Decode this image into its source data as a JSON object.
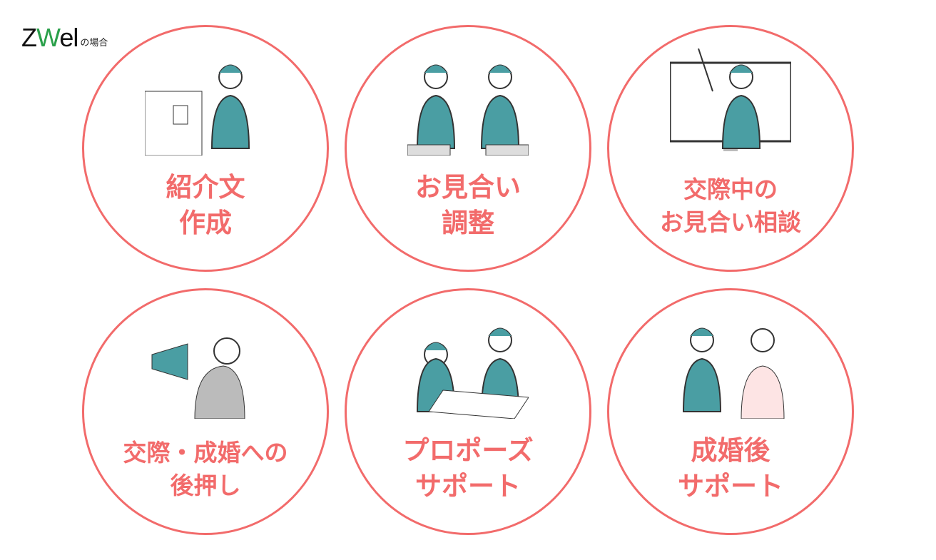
{
  "logo": {
    "brand_prefix": "Z",
    "brand_w": "W",
    "brand_suffix": "el",
    "suffix": "の場合"
  },
  "services": [
    {
      "line1": "紹介文",
      "line2": "作成",
      "icon": "writing-person-icon"
    },
    {
      "line1": "お見合い",
      "line2": "調整",
      "icon": "meeting-couple-icon"
    },
    {
      "line1": "交際中の",
      "line2": "お見合い相談",
      "icon": "online-advisor-icon"
    },
    {
      "line1": "交際・成婚への",
      "line2": "後押し",
      "icon": "megaphone-cheer-icon"
    },
    {
      "line1": "プロポーズ",
      "line2": "サポート",
      "icon": "consultation-desk-icon"
    },
    {
      "line1": "成婚後",
      "line2": "サポート",
      "icon": "happy-couple-icon"
    }
  ],
  "colors": {
    "accent": "#f26b6b",
    "teal": "#4a9ea3",
    "logo_green": "#2aa04a"
  }
}
